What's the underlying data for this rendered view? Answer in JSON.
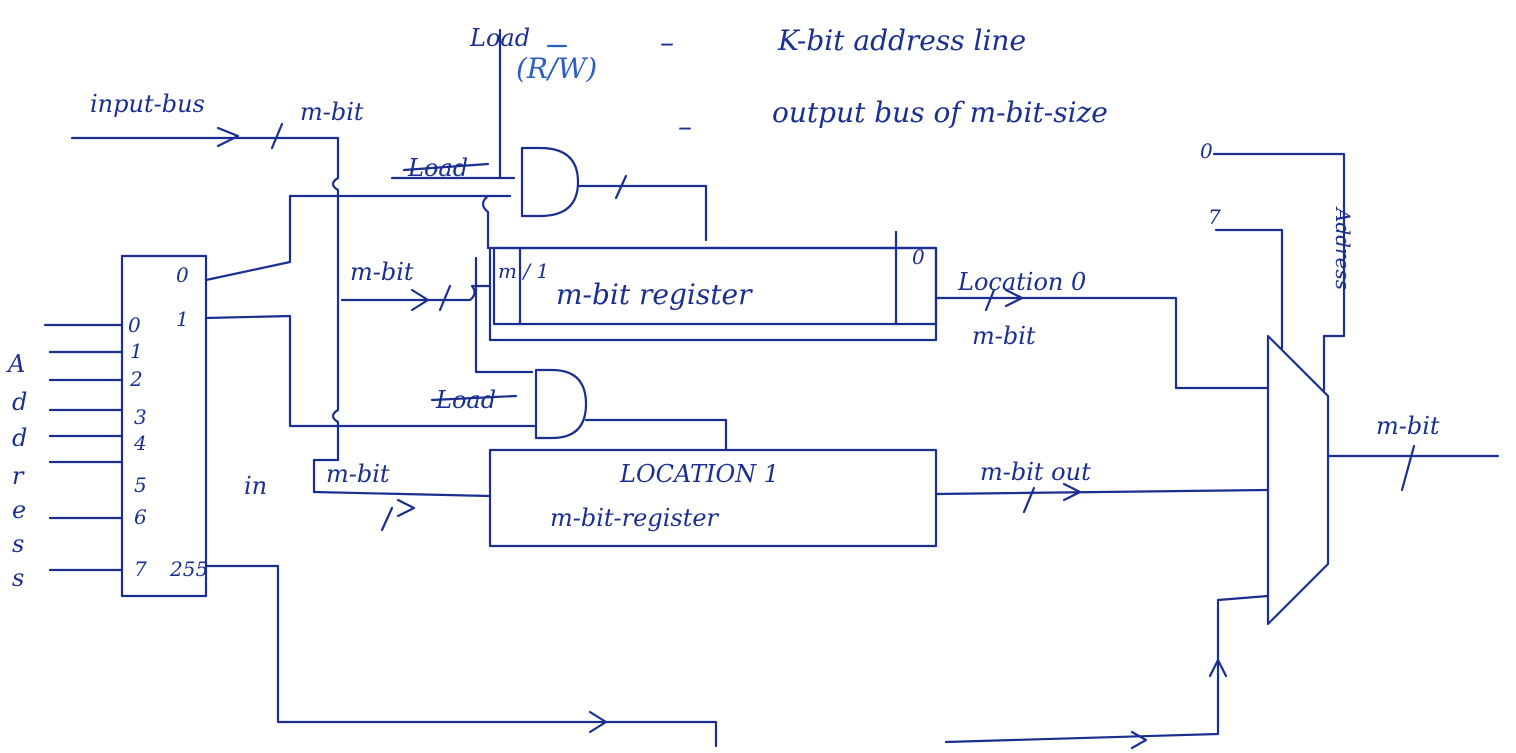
{
  "notes": {
    "load": "Load",
    "rw": "(R/W)",
    "dash": "–",
    "address_line": "K-bit address line",
    "output_bus": "output bus of m-bit-size"
  },
  "input": {
    "bus_label": "input-bus",
    "bus_width": "m-bit"
  },
  "decoder": {
    "inputs": [
      "0",
      "1",
      "2",
      "3",
      "4",
      "5",
      "6",
      "7"
    ],
    "outputs": [
      "0",
      "1",
      "255"
    ],
    "address_letters": [
      "A",
      "d",
      "d",
      "r",
      "e",
      "s",
      "s"
    ]
  },
  "location0": {
    "load_label": "Load",
    "bus_width": "m-bit",
    "mux_label": "m / 1",
    "register_label": "m-bit register",
    "bit_label": "0",
    "out_label": "Location 0",
    "out_width": "m-bit"
  },
  "location1": {
    "load_label": "Load",
    "in_label": "in",
    "bus_width": "m-bit",
    "title": "LOCATION 1",
    "register_label": "m-bit-register",
    "out_label": "m-bit out"
  },
  "mux": {
    "addr_labels": [
      "0",
      "7"
    ],
    "addr_text": "Address",
    "out_width": "m-bit"
  }
}
